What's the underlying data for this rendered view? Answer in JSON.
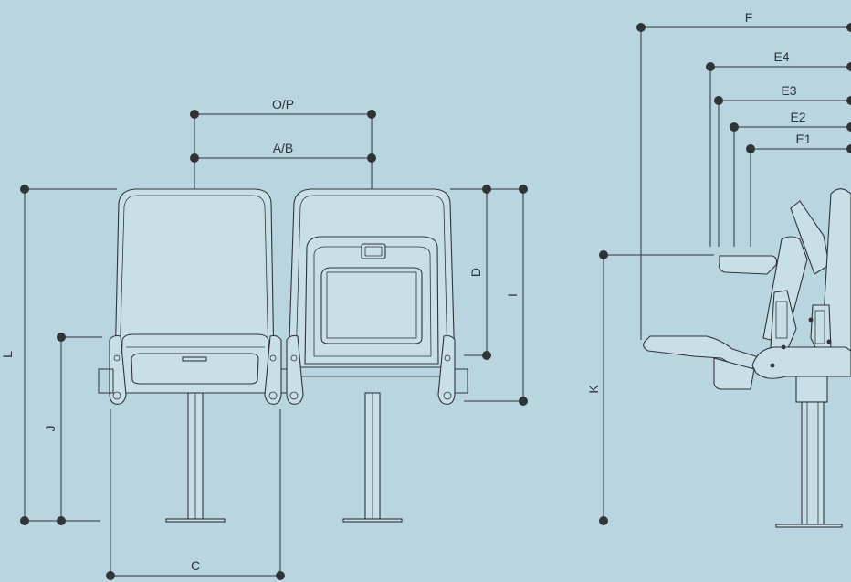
{
  "diagram": {
    "labels": {
      "op": "O/P",
      "ab": "A/B",
      "c": "C",
      "d": "D",
      "i": "I",
      "l": "L",
      "j": "J",
      "k": "K",
      "f": "F",
      "e1": "E1",
      "e2": "E2",
      "e3": "E3",
      "e4": "E4"
    },
    "colors": {
      "background": "#b9d5e0",
      "line": "#2f3439"
    }
  }
}
